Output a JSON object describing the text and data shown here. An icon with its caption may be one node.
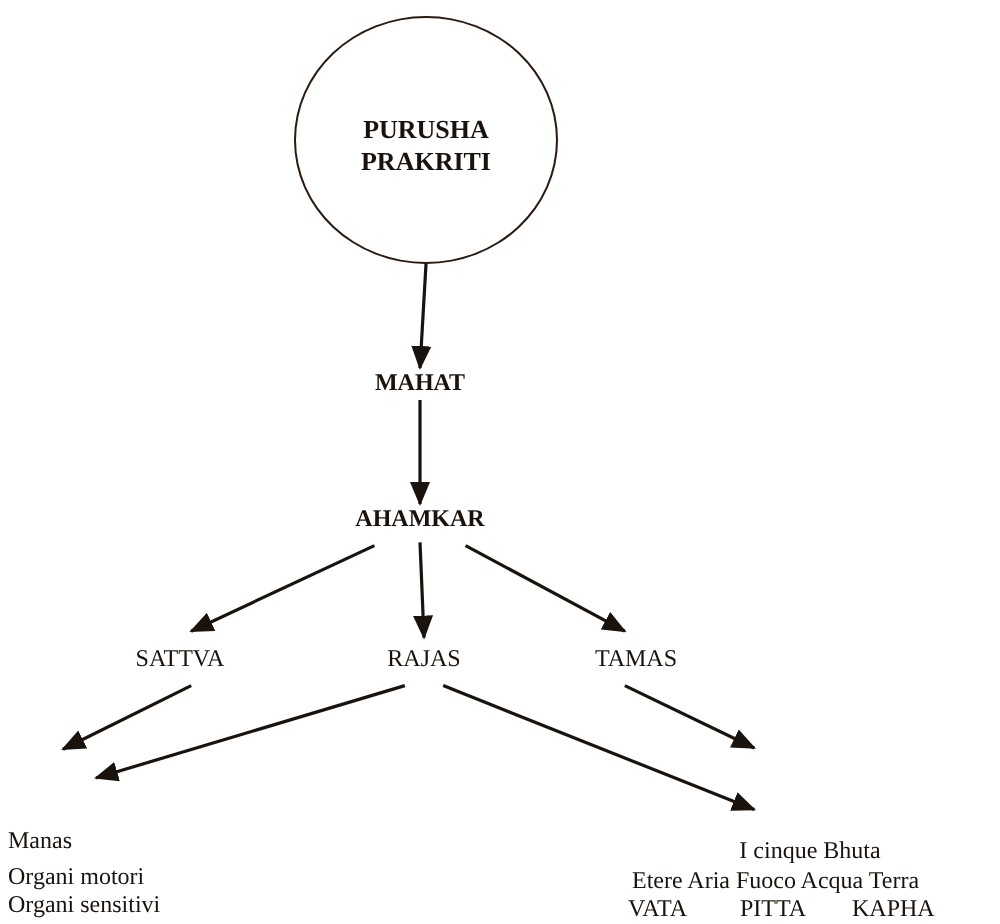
{
  "diagram": {
    "nodes": [
      {
        "text": [
          "PURUSHA PRAKRITI"
        ]
      },
      {
        "text": [
          "MAHAT"
        ]
      },
      {
        "text": [
          "AHAMKAR"
        ]
      },
      {
        "text": [
          "SATTVA"
        ]
      },
      {
        "text": [
          "RAJAS"
        ]
      },
      {
        "text": [
          "TAMAS"
        ]
      },
      {
        "text": [
          "Manas",
          "Organi motori",
          "Organi sensitivi"
        ]
      },
      {
        "text": [
          "I cinque Bhuta",
          "Etere Aria Fuoco Acqua Terra",
          "VATA",
          "PITTA",
          "KAPHA"
        ]
      }
    ],
    "edges": [
      {
        "from": 0,
        "to": 1,
        "arrow": "to"
      },
      {
        "from": 1,
        "to": 2,
        "arrow": "to"
      },
      {
        "from": 2,
        "to": 3,
        "arrow": "to"
      },
      {
        "from": 2,
        "to": 4,
        "arrow": "to"
      },
      {
        "from": 2,
        "to": 5,
        "arrow": "to"
      },
      {
        "from": 3,
        "to": 6,
        "arrow": "to"
      },
      {
        "from": 4,
        "to": 6,
        "arrow": "to"
      },
      {
        "from": 4,
        "to": 7,
        "arrow": "to"
      },
      {
        "from": 5,
        "to": 7,
        "arrow": "to"
      }
    ]
  }
}
